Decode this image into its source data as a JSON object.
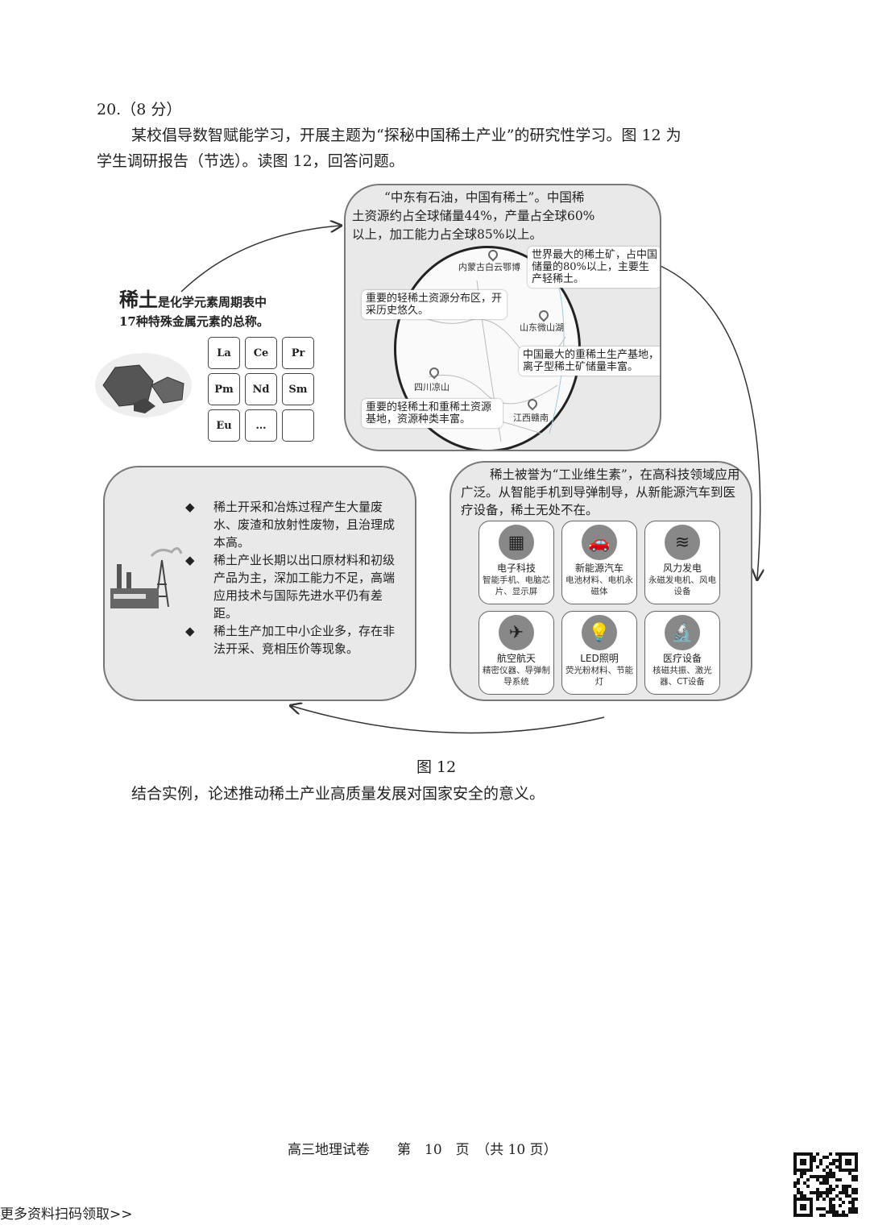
{
  "question": {
    "number": "20.（8 分）",
    "intro_line1": "某校倡导数智赋能学习，开展主题为“探秘中国稀土产业”的研究性学习。图 12 为",
    "intro_line2": "学生调研报告（节选）。读图 12，回答问题。"
  },
  "figure": {
    "definition": {
      "term": "稀土",
      "rest1": "是化学元素周期表中",
      "rest2": "17种特殊金属元素的总称。"
    },
    "elements": [
      "La",
      "Ce",
      "Pr",
      "Pm",
      "Nd",
      "Sm",
      "Eu",
      "…",
      ""
    ],
    "map_box": {
      "text1": "“中东有石油，中国有稀土”。中国稀",
      "text2": "土资源约占全球储量44%，产量占全球60%",
      "text3": "以上，加工能力占全球85%以上。",
      "places": [
        "内蒙古白云鄂博",
        "山东微山湖",
        "四川凉山",
        "江西赣南"
      ],
      "callouts": [
        "世界最大的稀土矿，占中国储量的80%以上，主要生产轻稀土。",
        "重要的轻稀土资源分布区，开采历史悠久。",
        "中国最大的重稀土生产基地，离子型稀土矿储量丰富。",
        "重要的轻稀土和重稀土资源基地，资源种类丰富。"
      ]
    },
    "applications": {
      "text": "稀土被誉为“工业维生素”，在高科技领域应用广泛。从智能手机到导弹制导，从新能源汽车到医疗设备，稀土无处不在。",
      "cards": [
        {
          "title": "电子科技",
          "desc": "智能手机、电脑芯片、显示屏",
          "icon": "phone-icon"
        },
        {
          "title": "新能源汽车",
          "desc": "电池材料、电机永磁体",
          "icon": "car-icon"
        },
        {
          "title": "风力发电",
          "desc": "永磁发电机、风电设备",
          "icon": "wind-icon"
        },
        {
          "title": "航空航天",
          "desc": "精密仪器、导弹制导系统",
          "icon": "plane-icon"
        },
        {
          "title": "LED照明",
          "desc": "荧光粉材料、节能灯",
          "icon": "bulb-icon"
        },
        {
          "title": "医疗设备",
          "desc": "核磁共振、激光器、CT设备",
          "icon": "microscope-icon"
        }
      ]
    },
    "problems": [
      "稀土开采和冶炼过程产生大量废水、废渣和放射性废物，且治理成本高。",
      "稀土产业长期以出口原材料和初级产品为主，深加工能力不足，高端应用技术与国际先进水平仍有差距。",
      "稀土生产加工中小企业多，存在非法开采、竞相压价等现象。"
    ],
    "caption": "图 12"
  },
  "prompt": "结合实例，论述推动稀土产业高质量发展对国家安全的意义。",
  "footer": {
    "text": "高三地理试卷　　第　10　页　（共 10 页）",
    "promo": "更多资料扫码领取>>"
  }
}
